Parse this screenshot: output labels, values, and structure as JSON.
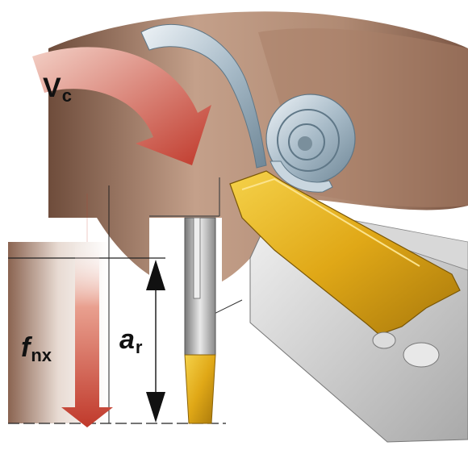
{
  "labels": {
    "cutting_speed": {
      "symbol": "V",
      "subscript": "c"
    },
    "feed_rate": {
      "symbol": "f",
      "subscript": "nx"
    },
    "radial_depth": {
      "symbol": "a",
      "subscript": "r"
    }
  },
  "colors": {
    "workpiece": "#b08a73",
    "workpiece_shadow": "#6e4c3b",
    "chip": "#b9c8d2",
    "insert": "#e6b21c",
    "tool_holder": "#c9c9c9",
    "arrow_red": "#c0392b"
  }
}
